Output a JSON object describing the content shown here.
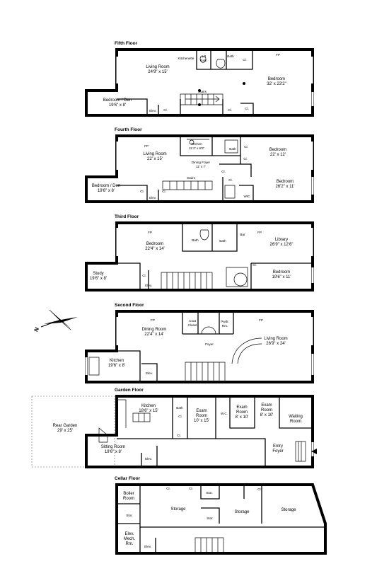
{
  "compass_label": "N",
  "floors": [
    {
      "key": "fifth",
      "title": "Fifth Floor",
      "labels": [
        {
          "id": "kitchenette",
          "text": [
            "Kitchenette"
          ],
          "size": "small"
        },
        {
          "id": "bath-a",
          "text": [
            "1/2",
            "Bath"
          ],
          "size": "small"
        },
        {
          "id": "bath-b",
          "text": [
            "Bath"
          ],
          "size": "small"
        },
        {
          "id": "cl-a",
          "text": [
            "Cl."
          ],
          "size": "small"
        },
        {
          "id": "fp",
          "text": [
            "FP"
          ],
          "size": "small"
        },
        {
          "id": "living-room",
          "text": [
            "Living Room",
            "24'9\" x 15'"
          ],
          "size": "room"
        },
        {
          "id": "bedroom",
          "text": [
            "Bedroom",
            "32' x 23'2\""
          ],
          "size": "room"
        },
        {
          "id": "stairs",
          "text": [
            "Stairs"
          ],
          "size": "small"
        },
        {
          "id": "bedroom-den",
          "text": [
            "Bedroom / Den",
            "19'6\" x 8'"
          ],
          "size": "room"
        },
        {
          "id": "elev",
          "text": [
            "Elev."
          ],
          "size": "small"
        },
        {
          "id": "cl-b",
          "text": [
            "Cl."
          ],
          "size": "small"
        },
        {
          "id": "cl-c",
          "text": [
            "Cl."
          ],
          "size": "small"
        },
        {
          "id": "cl-d",
          "text": [
            "Cl."
          ],
          "size": "small"
        }
      ]
    },
    {
      "key": "fourth",
      "title": "Fourth Floor",
      "labels": [
        {
          "id": "fp-a",
          "text": [
            "FP"
          ],
          "size": "small"
        },
        {
          "id": "kitchen",
          "text": [
            "Kitchen",
            "11'4\" x 6'8\""
          ],
          "size": "small"
        },
        {
          "id": "bath",
          "text": [
            "Bath"
          ],
          "size": "small"
        },
        {
          "id": "cl-a",
          "text": [
            "Cl."
          ],
          "size": "small"
        },
        {
          "id": "bedroom-a",
          "text": [
            "Bedroom",
            "22' x 12'"
          ],
          "size": "room"
        },
        {
          "id": "living-room",
          "text": [
            "Living Room",
            "22' x 15'"
          ],
          "size": "room"
        },
        {
          "id": "dining-foyer",
          "text": [
            "Dining Foyer",
            "11' x 7'"
          ],
          "size": "small"
        },
        {
          "id": "cl-b",
          "text": [
            "Cl."
          ],
          "size": "small"
        },
        {
          "id": "cl-c",
          "text": [
            "Cl."
          ],
          "size": "small"
        },
        {
          "id": "bedroom-b",
          "text": [
            "Bedroom",
            "26'2\" x 11'"
          ],
          "size": "room"
        },
        {
          "id": "bedroom-den",
          "text": [
            "Bedroom / Den",
            "19'6\" x 8'"
          ],
          "size": "room"
        },
        {
          "id": "cl-d",
          "text": [
            "Cl."
          ],
          "size": "small"
        },
        {
          "id": "stairs",
          "text": [
            "Stairs"
          ],
          "size": "small"
        },
        {
          "id": "cl-e",
          "text": [
            "Cl."
          ],
          "size": "small"
        },
        {
          "id": "elev",
          "text": [
            "Elev."
          ],
          "size": "small"
        },
        {
          "id": "cl-f",
          "text": [
            "Cl."
          ],
          "size": "small"
        },
        {
          "id": "wic",
          "text": [
            "WIC"
          ],
          "size": "small"
        }
      ]
    },
    {
      "key": "third",
      "title": "Third Floor",
      "labels": [
        {
          "id": "fp-a",
          "text": [
            "FP"
          ],
          "size": "small"
        },
        {
          "id": "fp-b",
          "text": [
            "FP"
          ],
          "size": "small"
        },
        {
          "id": "bath-a",
          "text": [
            "Bath"
          ],
          "size": "small"
        },
        {
          "id": "bath-b",
          "text": [
            "Bath"
          ],
          "size": "small"
        },
        {
          "id": "bar",
          "text": [
            "Bar"
          ],
          "size": "small"
        },
        {
          "id": "bedroom-a",
          "text": [
            "Bedroom",
            "22'4\" x 14'"
          ],
          "size": "room"
        },
        {
          "id": "library",
          "text": [
            "Library",
            "26'9\" x 12'6\""
          ],
          "size": "room"
        },
        {
          "id": "study",
          "text": [
            "Study",
            "19'6\" x 8'"
          ],
          "size": "room"
        },
        {
          "id": "cl-a",
          "text": [
            "Cl."
          ],
          "size": "small"
        },
        {
          "id": "elev",
          "text": [
            "Elev."
          ],
          "size": "small"
        },
        {
          "id": "cl-b",
          "text": [
            "Cl."
          ],
          "size": "small"
        },
        {
          "id": "bedroom-b",
          "text": [
            "Bedroom",
            "19'6\" x 11'"
          ],
          "size": "room"
        }
      ]
    },
    {
      "key": "second",
      "title": "Second Floor",
      "labels": [
        {
          "id": "fp-a",
          "text": [
            "FP"
          ],
          "size": "small"
        },
        {
          "id": "coat-closet",
          "text": [
            "Coat",
            "Closet"
          ],
          "size": "small"
        },
        {
          "id": "powder-room",
          "text": [
            "Pwdr.",
            "Rm."
          ],
          "size": "small"
        },
        {
          "id": "fp-b",
          "text": [
            "FP"
          ],
          "size": "small"
        },
        {
          "id": "dining-room",
          "text": [
            "Dining Room",
            "22'4\" x 14'"
          ],
          "size": "room"
        },
        {
          "id": "living-room",
          "text": [
            "Living Room",
            "26'9\" x 24'"
          ],
          "size": "room"
        },
        {
          "id": "foyer",
          "text": [
            "Foyer"
          ],
          "size": "small"
        },
        {
          "id": "kitchen",
          "text": [
            "Kitchen",
            "19'6\" x 8'"
          ],
          "size": "room"
        },
        {
          "id": "elev",
          "text": [
            "Elev."
          ],
          "size": "small"
        }
      ]
    },
    {
      "key": "garden",
      "title": "Garden Floor",
      "labels": [
        {
          "id": "rear-garden",
          "text": [
            "Rear Garden",
            "29' x 25'"
          ],
          "size": "room"
        },
        {
          "id": "kitchen",
          "text": [
            "Kitchen",
            "18'6\" x 15'"
          ],
          "size": "room"
        },
        {
          "id": "bath",
          "text": [
            "Bath"
          ],
          "size": "small"
        },
        {
          "id": "cl-a",
          "text": [
            "Cl."
          ],
          "size": "small"
        },
        {
          "id": "exam-room-a",
          "text": [
            "Exam",
            "Room",
            "10' x 15'"
          ],
          "size": "room"
        },
        {
          "id": "wc",
          "text": [
            "W.C."
          ],
          "size": "small"
        },
        {
          "id": "exam-room-b",
          "text": [
            "Exam",
            "Room",
            "8' x 10'"
          ],
          "size": "room"
        },
        {
          "id": "exam-room-c",
          "text": [
            "Exam",
            "Room",
            "8' x 10'"
          ],
          "size": "room"
        },
        {
          "id": "waiting-room",
          "text": [
            "Waiting",
            "Room"
          ],
          "size": "room"
        },
        {
          "id": "cl-b",
          "text": [
            "Cl."
          ],
          "size": "small"
        },
        {
          "id": "sitting-room",
          "text": [
            "Sitting Room",
            "19'6\" x 8'"
          ],
          "size": "room"
        },
        {
          "id": "entry-foyer",
          "text": [
            "Entry",
            "Foyer"
          ],
          "size": "room"
        },
        {
          "id": "elev",
          "text": [
            "Elev."
          ],
          "size": "small"
        }
      ]
    },
    {
      "key": "cellar",
      "title": "Cellar Floor",
      "labels": [
        {
          "id": "boiler-room",
          "text": [
            "Boiler",
            "Room"
          ],
          "size": "room"
        },
        {
          "id": "cl-a",
          "text": [
            "Cl."
          ],
          "size": "small"
        },
        {
          "id": "cl-b",
          "text": [
            "Cl."
          ],
          "size": "small"
        },
        {
          "id": "stor-a",
          "text": [
            "Stor."
          ],
          "size": "small"
        },
        {
          "id": "cl-c",
          "text": [
            "Cl."
          ],
          "size": "small"
        },
        {
          "id": "stor-b",
          "text": [
            "Stor."
          ],
          "size": "small"
        },
        {
          "id": "storage-a",
          "text": [
            "Storage"
          ],
          "size": "room"
        },
        {
          "id": "storage-b",
          "text": [
            "Storage"
          ],
          "size": "room"
        },
        {
          "id": "storage-c",
          "text": [
            "Storage"
          ],
          "size": "room"
        },
        {
          "id": "stor-c",
          "text": [
            "Stor."
          ],
          "size": "small"
        },
        {
          "id": "elev-mech",
          "text": [
            "Elev.",
            "Mech.",
            "Rm."
          ],
          "size": "room"
        },
        {
          "id": "elev",
          "text": [
            "Elev."
          ],
          "size": "small"
        }
      ]
    }
  ]
}
